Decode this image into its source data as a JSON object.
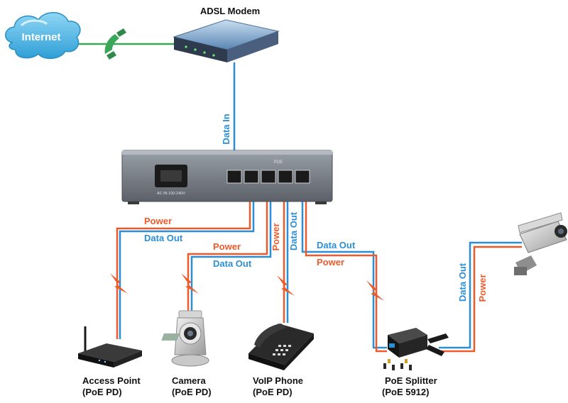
{
  "diagram": {
    "internet_label": "Internet",
    "modem_label": "ADSL Modem",
    "switch_panel_label": "POE",
    "switch_power_label": "AC IN 100-240V",
    "links": {
      "data_in": "Data In",
      "ap_power": "Power",
      "ap_data": "Data Out",
      "cam_power": "Power",
      "cam_data": "Data Out",
      "phone_power": "Power",
      "phone_data": "Data Out",
      "splitter_data": "Data Out",
      "splitter_power": "Power",
      "ipcam_data": "Data Out",
      "ipcam_power": "Power"
    },
    "devices": {
      "access_point": {
        "name": "Access Point",
        "sub": "(PoE PD)"
      },
      "camera": {
        "name": "Camera",
        "sub": "(PoE PD)"
      },
      "voip_phone": {
        "name": "VoIP Phone",
        "sub": "(PoE PD)"
      },
      "poe_splitter": {
        "name": "PoE Splitter",
        "sub": "(PoE 5912)"
      }
    },
    "colors": {
      "data": "#2a8fd6",
      "power": "#ef5a2a",
      "phone_line": "#3aa657",
      "cloud": "#4db6e6",
      "switch_body": "#6f747c"
    }
  }
}
